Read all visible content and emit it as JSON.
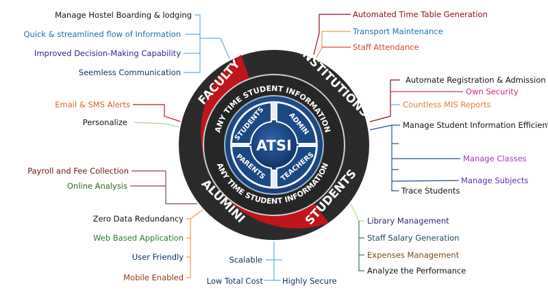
{
  "center": {
    "title": "ATSI"
  },
  "quadrants": {
    "top_left": "STUDENTS",
    "top_right": "ADMIN",
    "bottom_left": "PARENTS",
    "bottom_right": "TEACHERS"
  },
  "inner_ring": {
    "top": "ANY TIME STUDENT INFORMATION",
    "bottom": "ANY TIME STUDENT INFORMATION"
  },
  "outer_ring": {
    "faculty": "FACULTY",
    "institutions": "INSTITUTIONS",
    "students": "STUDENTS",
    "alumini": "ALUMINI"
  },
  "colors": {
    "red": "#c0151b",
    "dark": "#2b2b2b",
    "blue": "#1f4f8a",
    "navy": "#0b2e5e"
  },
  "labels": {
    "hostel": "Manage Hostel Boarding & lodging",
    "quick_flow": "Quick & streamlined flow of Information",
    "decision": "Improved Decision-Making Capability",
    "seemless": "Seemless Communication",
    "email_sms": "Email & SMS Alerts",
    "personalize": "Personalize",
    "payroll": "Payroll and Fee Collection",
    "online_analysis": "Online Analysis",
    "zero_redundancy": "Zero Data Redundancy",
    "web_based": "Web Based Application",
    "user_friendly": "User Friendly",
    "mobile": "Mobile Enabled",
    "scalable": "Scalable",
    "low_cost": "Low Total Cost",
    "highly_secure": "Highly Secure",
    "timetable": "Automated Time Table Generation",
    "transport": "Transport Maintenance",
    "staff_attendance": "Staff Attendance",
    "registration": "Automate Registration & Admission",
    "own_security": "Own Security",
    "mis_reports": "Countless MIS Reports",
    "manage_student_info": "Manage Student Information Efficiently",
    "manage_classes": "Manage Classes",
    "manage_subjects": "Manage Subjects",
    "trace_students": "Trace Students",
    "library": "Library Management",
    "salary": "Staff Salary Generation",
    "expenses": "Expenses Management",
    "performance": "Analyze the Performance"
  }
}
